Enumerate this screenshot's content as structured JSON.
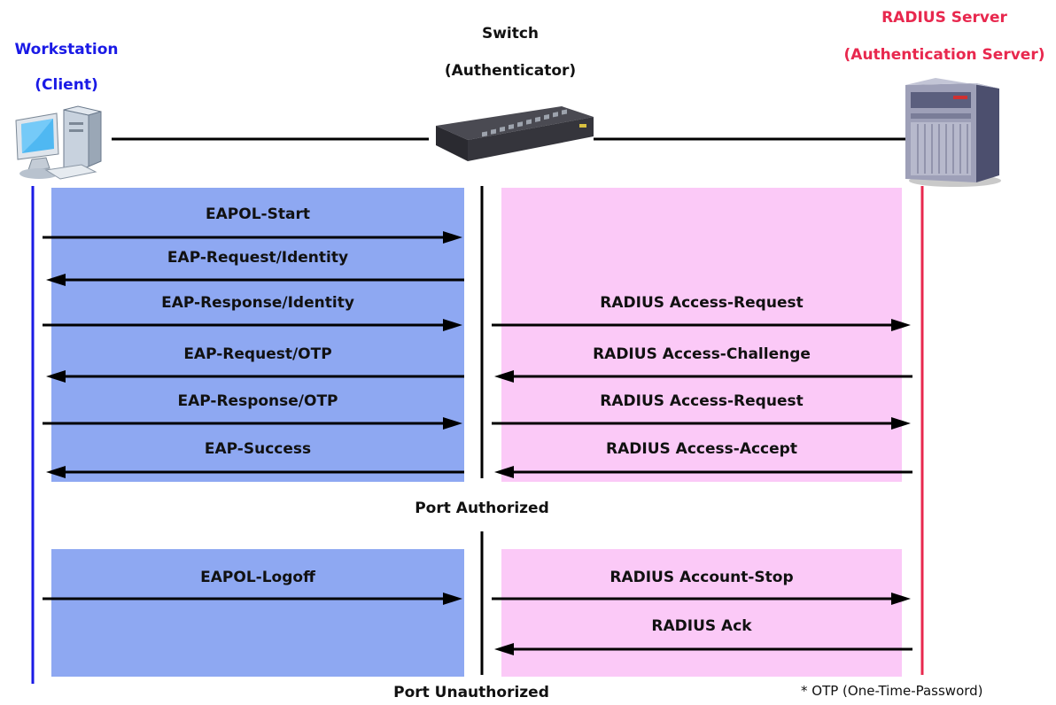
{
  "entities": {
    "client": {
      "title": "Workstation",
      "subtitle": "(Client)"
    },
    "switch": {
      "title": "Switch",
      "subtitle": "(Authenticator)"
    },
    "server": {
      "title": "RADIUS Server",
      "subtitle": "(Authentication Server)"
    }
  },
  "messages": [
    {
      "label": "EAPOL-Start",
      "direction": "to-switch"
    },
    {
      "label": "EAP-Request/Identity",
      "direction": "to-client"
    },
    {
      "label": "EAP-Response/Identity",
      "direction": "to-switch"
    },
    {
      "label": "RADIUS Access-Request",
      "direction": "to-server"
    },
    {
      "label": "EAP-Request/OTP",
      "direction": "to-client"
    },
    {
      "label": "RADIUS Access-Challenge",
      "direction": "to-switch"
    },
    {
      "label": "EAP-Response/OTP",
      "direction": "to-switch"
    },
    {
      "label": "RADIUS Access-Request",
      "direction": "to-server"
    },
    {
      "label": "EAP-Success",
      "direction": "to-client"
    },
    {
      "label": "RADIUS Access-Accept",
      "direction": "to-switch"
    },
    {
      "label": "EAPOL-Logoff",
      "direction": "to-switch"
    },
    {
      "label": "RADIUS Account-Stop",
      "direction": "to-server"
    },
    {
      "label": "RADIUS Ack",
      "direction": "to-switch"
    }
  ],
  "states": {
    "authorized": "Port Authorized",
    "unauthorized": "Port Unauthorized"
  },
  "footnote": "* OTP (One-Time-Password)",
  "colors": {
    "client_accent": "#1a1ae6",
    "server_accent": "#e8284e",
    "client_panel": "#8ea8f2",
    "server_panel": "#fbc9f7"
  },
  "icons": {
    "client": "desktop-computer-icon",
    "switch": "network-switch-icon",
    "server": "server-rack-icon"
  }
}
